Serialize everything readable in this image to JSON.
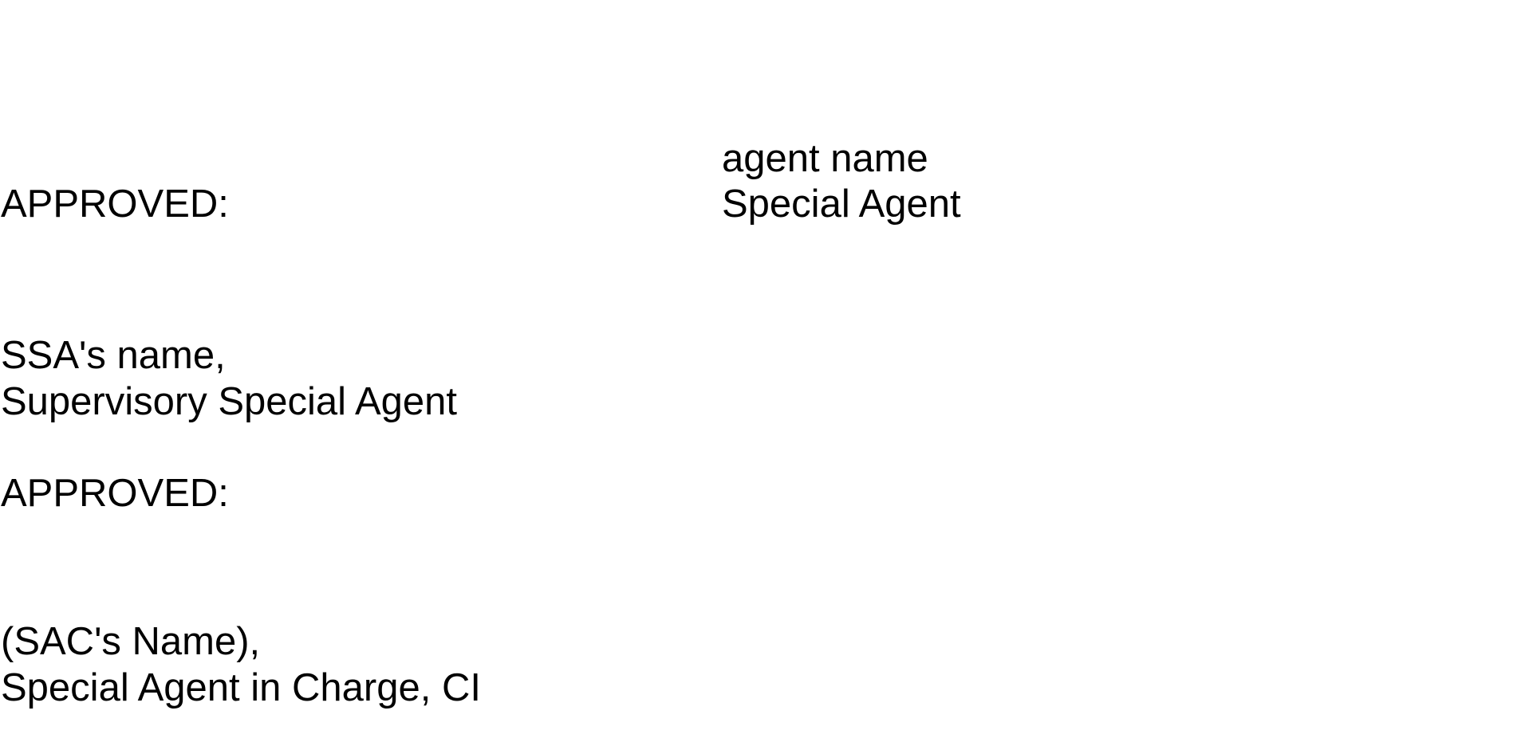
{
  "agent": {
    "name": "agent name",
    "title": "Special Agent"
  },
  "approvals": [
    {
      "label": "APPROVED:",
      "name": "SSA's name,",
      "title": "Supervisory Special Agent"
    },
    {
      "label": "APPROVED:",
      "name": "(SAC's Name),",
      "title": "Special Agent in Charge, CI"
    }
  ]
}
